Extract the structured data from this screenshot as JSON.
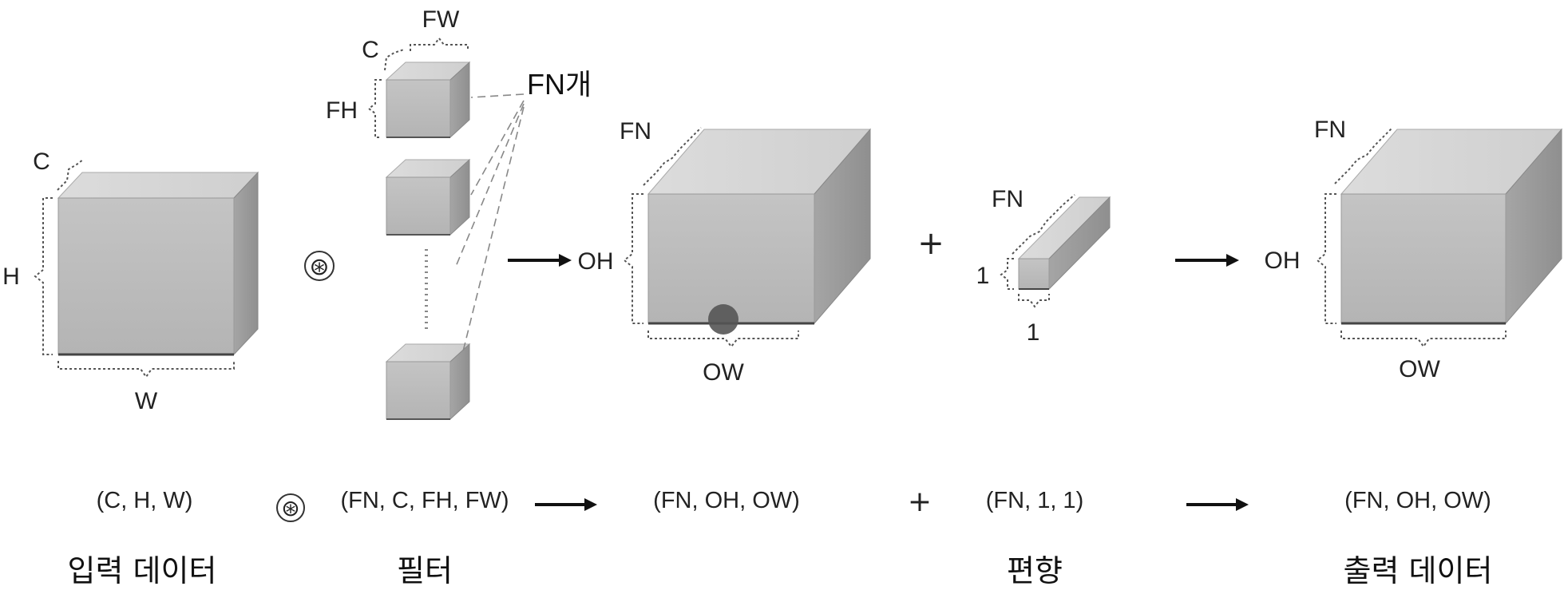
{
  "input": {
    "c": "C",
    "h": "H",
    "w": "W",
    "shape": "(C, H, W)",
    "caption": "입력 데이터"
  },
  "filter": {
    "fw": "FW",
    "c": "C",
    "fh": "FH",
    "count_label": "FN개",
    "shape": "(FN, C, FH, FW)",
    "caption": "필터"
  },
  "conv_out": {
    "fn": "FN",
    "oh": "OH",
    "ow": "OW",
    "shape": "(FN, OH, OW)"
  },
  "bias": {
    "fn": "FN",
    "h": "1",
    "w": "1",
    "shape": "(FN, 1, 1)",
    "caption": "편향"
  },
  "output": {
    "fn": "FN",
    "oh": "OH",
    "ow": "OW",
    "shape": "(FN, OH, OW)",
    "caption": "출력 데이터"
  },
  "operators": {
    "convolution": "⊛",
    "plus": "+"
  },
  "colors": {
    "cube_front": "#bdbdbd",
    "cube_top": "#d7d7d7",
    "cube_side": "#9a9a9a",
    "marker": "#555555"
  }
}
